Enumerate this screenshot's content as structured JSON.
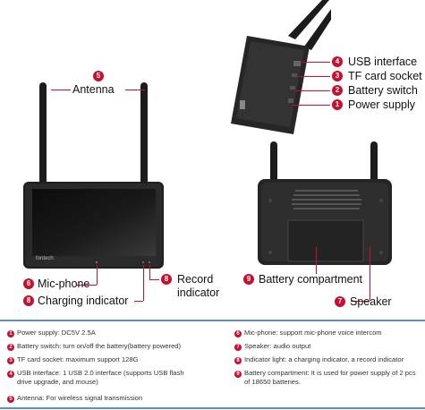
{
  "brand": "fontech",
  "callouts": {
    "antenna": {
      "num": "5",
      "label": "Antenna"
    },
    "usb": {
      "num": "4",
      "label": "USB interface"
    },
    "tf": {
      "num": "3",
      "label": "TF card socket"
    },
    "battery_switch": {
      "num": "2",
      "label": "Battery switch"
    },
    "power": {
      "num": "1",
      "label": "Power supply"
    },
    "mic": {
      "num": "6",
      "label": "Mic-phone"
    },
    "charging": {
      "num": "8",
      "label": "Charging indicator"
    },
    "record": {
      "num": "8",
      "label_line1": "Record",
      "label_line2": "indicator"
    },
    "battery_compartment": {
      "num": "9",
      "label": "Battery compartment"
    },
    "speaker": {
      "num": "7",
      "label": "Speaker"
    }
  },
  "descriptions_left": [
    {
      "num": "1",
      "text": "Power supply: DC5V 2.5A"
    },
    {
      "num": "2",
      "text": "Battery switch: turn on/off the battery(battery powered)"
    },
    {
      "num": "3",
      "text": "TF card socket: maximum support 128G"
    },
    {
      "num": "4",
      "text": "USB interface: 1 USB 2.0 interface (supports USB flash",
      "text2": "drive upgrade, and mouse)"
    },
    {
      "num": "5",
      "text": "Antenna: For wireless signal transmission"
    }
  ],
  "descriptions_right": [
    {
      "num": "6",
      "text": "Mic-phone: support mic-phone voice intercom"
    },
    {
      "num": "7",
      "text": "Speaker: audio output"
    },
    {
      "num": "8",
      "text": "Indicator light: a charging indicator, a record indicator"
    },
    {
      "num": "9",
      "text": "Battery compartment: It is used for power supply of 2 pcs",
      "text2": "of 18650 batteries."
    }
  ],
  "colors": {
    "accent": "#c8102e",
    "separator": "#5a8fd0",
    "device": "#1a1a1a"
  }
}
